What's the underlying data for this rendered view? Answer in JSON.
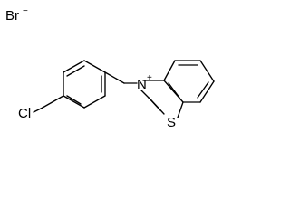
{
  "molecule": {
    "counterion": {
      "symbol": "Br",
      "charge": "−"
    },
    "atoms": {
      "nitrogen": {
        "symbol": "N",
        "charge": "+"
      },
      "sulfur": {
        "symbol": "S"
      },
      "chlorine": {
        "symbol": "Cl"
      }
    }
  }
}
